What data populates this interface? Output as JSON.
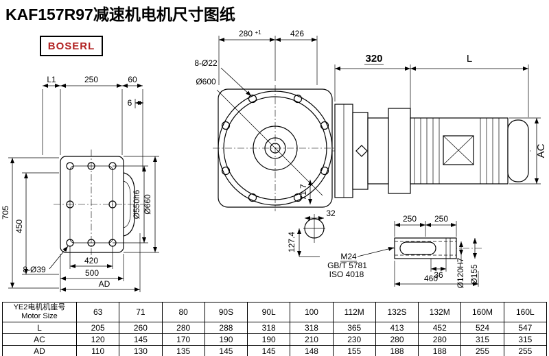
{
  "title": "KAF157R97减速机电机尺寸图纸",
  "logo": {
    "text": "BOSERL",
    "color": "#b22222"
  },
  "drawing": {
    "labels": {
      "d705": "705",
      "d450": "450",
      "dL1": "L1",
      "d250": "250",
      "d60": "60",
      "d6": "6",
      "d550": "Ø550h6",
      "d660": "Ø660",
      "d8o39": "8-Ø39",
      "d420": "420",
      "d500": "500",
      "dAD": "AD",
      "d280": "280",
      "d280tol": "+1",
      "d426": "426",
      "d8o22": "8-Ø22",
      "d600": "Ø600",
      "d717": "71.7",
      "d320": "320",
      "dL": "L",
      "dAC": "AC",
      "d32": "32",
      "d1274": "127.4",
      "dM24": "M24",
      "dGBT": "GB/T 5781",
      "dISO": "ISO 4018",
      "d250a": "250",
      "d250b": "250",
      "d36": "36",
      "d460": "460",
      "d120": "Ø120H7",
      "d155": "Ø155"
    }
  },
  "table": {
    "header_label_cn": "YE2电机机座号",
    "header_label_en": "Motor Size",
    "sizes": [
      "63",
      "71",
      "80",
      "90S",
      "90L",
      "100",
      "112M",
      "132S",
      "132M",
      "160M",
      "160L"
    ],
    "rows": [
      {
        "label": "L",
        "values": [
          "205",
          "260",
          "280",
          "288",
          "318",
          "318",
          "365",
          "413",
          "452",
          "524",
          "547"
        ]
      },
      {
        "label": "AC",
        "values": [
          "120",
          "145",
          "170",
          "190",
          "190",
          "210",
          "230",
          "280",
          "280",
          "315",
          "315"
        ]
      },
      {
        "label": "AD",
        "values": [
          "110",
          "130",
          "135",
          "145",
          "145",
          "148",
          "155",
          "188",
          "188",
          "255",
          "255"
        ]
      }
    ]
  }
}
